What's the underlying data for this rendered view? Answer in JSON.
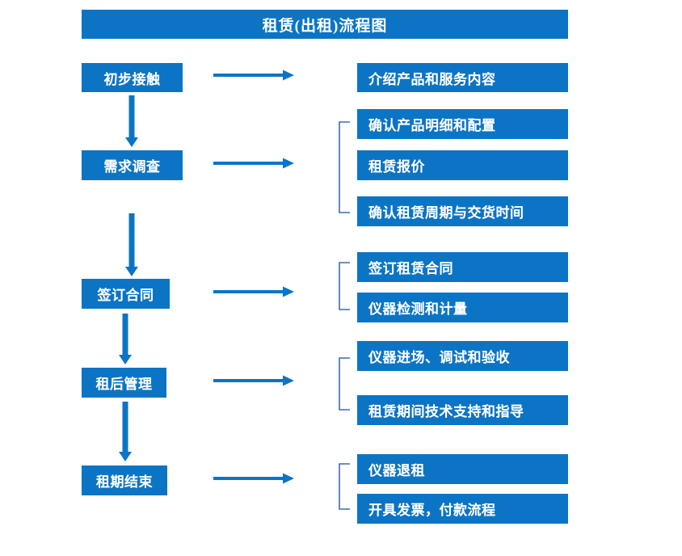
{
  "diagram": {
    "title": "租赁(出租)流程图",
    "accent_color": "#0c74c4",
    "bracket_color": "#3b6ea8",
    "background_color": "#ffffff",
    "text_color": "#ffffff"
  },
  "stages": [
    {
      "label": "初步接触"
    },
    {
      "label": "需求调查"
    },
    {
      "label": "签订合同"
    },
    {
      "label": "租后管理"
    },
    {
      "label": "租期结束"
    }
  ],
  "details": [
    {
      "label": "介绍产品和服务内容"
    },
    {
      "label": "确认产品明细和配置"
    },
    {
      "label": "租赁报价"
    },
    {
      "label": "确认租赁周期与交货时间"
    },
    {
      "label": "签订租赁合同"
    },
    {
      "label": "仪器检测和计量"
    },
    {
      "label": "仪器进场、调试和验收"
    },
    {
      "label": "租赁期间技术支持和指导"
    },
    {
      "label": "仪器退租"
    },
    {
      "label": "开具发票，付款流程"
    }
  ],
  "connectors": {
    "horizontal_arrow_count": 5,
    "vertical_arrow_count": 4,
    "bracket_count": 4
  }
}
